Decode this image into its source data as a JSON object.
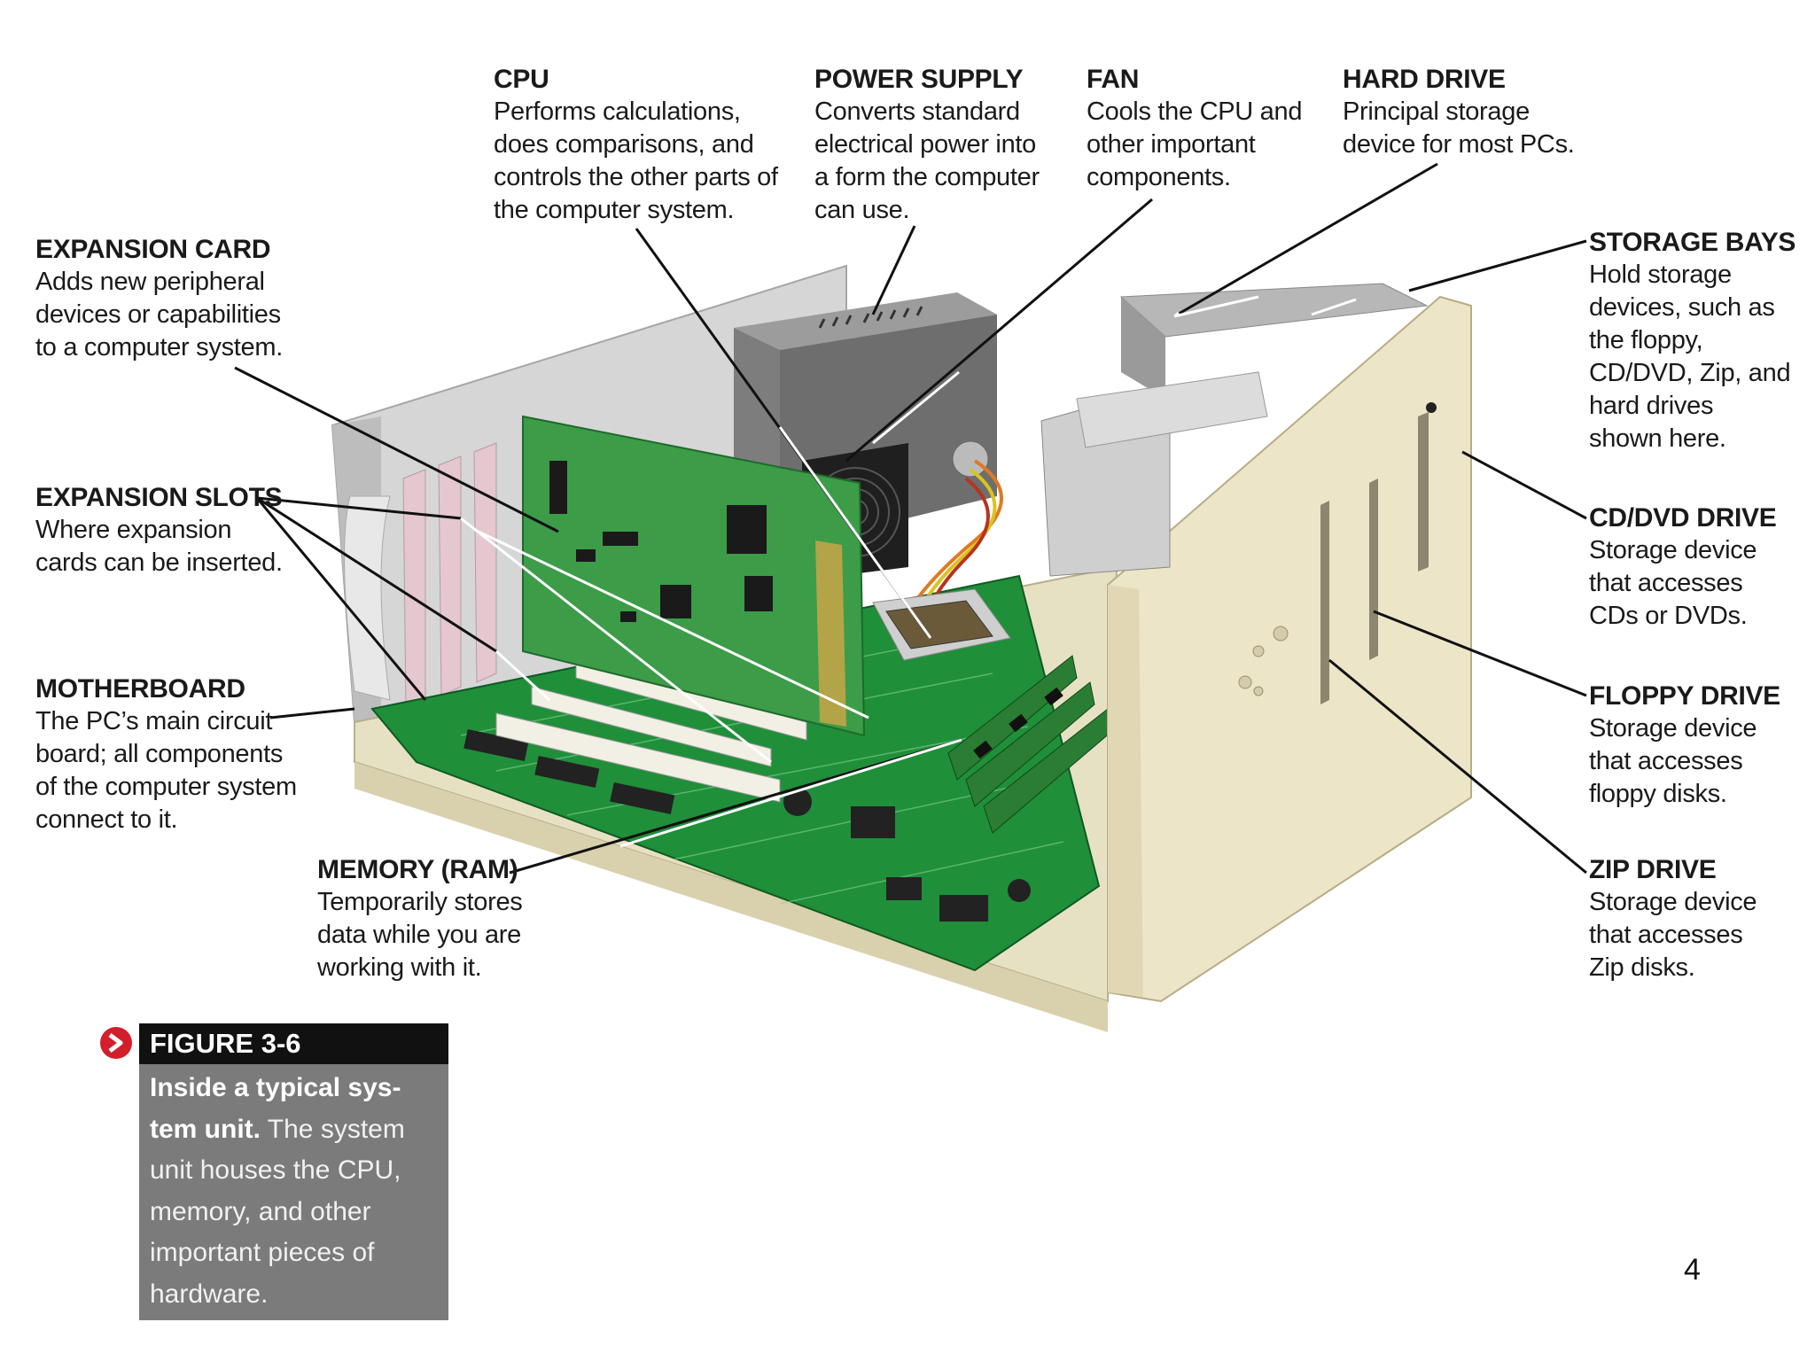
{
  "labels": {
    "cpu": {
      "title": "CPU",
      "lines": [
        "Performs calculations,",
        "does comparisons, and",
        "controls the other parts of",
        "the computer system."
      ]
    },
    "power_supply": {
      "title": "POWER SUPPLY",
      "lines": [
        "Converts standard",
        "electrical power into",
        "a form the computer",
        "can use."
      ]
    },
    "fan": {
      "title": "FAN",
      "lines": [
        "Cools the CPU and",
        "other important",
        "components."
      ]
    },
    "hard_drive": {
      "title": "HARD DRIVE",
      "lines": [
        "Principal storage",
        "device for most PCs."
      ]
    },
    "expansion_card": {
      "title": "EXPANSION CARD",
      "lines": [
        "Adds new peripheral",
        "devices or capabilities",
        "to a computer system."
      ]
    },
    "storage_bays": {
      "title": "STORAGE BAYS",
      "lines": [
        "Hold storage",
        "devices, such as",
        "the floppy,",
        "CD/DVD, Zip, and",
        "hard drives",
        "shown here."
      ]
    },
    "expansion_slots": {
      "title": "EXPANSION SLOTS",
      "lines": [
        "Where expansion",
        "cards can be inserted."
      ]
    },
    "cd_dvd_drive": {
      "title": "CD/DVD DRIVE",
      "lines": [
        "Storage device",
        "that accesses",
        "CDs or DVDs."
      ]
    },
    "motherboard": {
      "title": "MOTHERBOARD",
      "lines": [
        "The PC’s main circuit",
        "board; all components",
        "of the computer system",
        "connect to it."
      ]
    },
    "floppy_drive": {
      "title": "FLOPPY DRIVE",
      "lines": [
        "Storage device",
        "that accesses",
        "floppy disks."
      ]
    },
    "memory": {
      "title": "MEMORY (RAM)",
      "lines": [
        "Temporarily stores",
        "data while you are",
        "working with it."
      ]
    },
    "zip_drive": {
      "title": "ZIP DRIVE",
      "lines": [
        "Storage device",
        "that accesses",
        "Zip disks."
      ]
    }
  },
  "figure": {
    "number": "FIGURE 3-6",
    "caption_bold_1": "Inside a typical sys-",
    "caption_bold_2": "tem unit.",
    "caption_rest_1": " The system",
    "caption_lines": [
      "unit houses the CPU,",
      "memory, and other",
      "important pieces of",
      "hardware."
    ]
  },
  "page_number": "4",
  "colors": {
    "board_green": "#1f8f3a",
    "case_beige": "#eee8cc",
    "figure_head": "#111111",
    "figure_body": "#7b7b7b",
    "figure_arrow": "#d21f2b"
  }
}
